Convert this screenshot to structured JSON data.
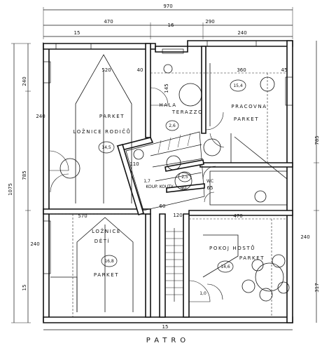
{
  "caption": "PATRO",
  "rooms": {
    "parents_bedroom": {
      "line1": "PARKET",
      "line2": "LOŽNICE RODIČŮ",
      "area": "14,5"
    },
    "hall": {
      "line1": "HALA",
      "line2": "TERAZZO",
      "area": "2,6"
    },
    "study": {
      "line1": "PRACOVNA",
      "line2": "PARKET",
      "area": "15,4"
    },
    "bathroom": {
      "label": "KOUP. KOUTY",
      "area": "2,5"
    },
    "wc": {
      "label": "WC",
      "area": "1,7"
    },
    "children_bedroom": {
      "line1": "LOŽNICE",
      "line2": "DĚTÍ",
      "line3": "PARKET",
      "area": "16,8"
    },
    "guest_room": {
      "line1": "POKOJ HOSTŮ",
      "line2": "PARKET",
      "area": "14,6"
    },
    "storage": {
      "area": "1,0"
    }
  },
  "dims": {
    "top_total": "970",
    "top_left": "470",
    "top_right": "290",
    "top_a": "15",
    "top_b": "16",
    "top_c": "240",
    "left_total": "1075",
    "left_a": "240",
    "left_b": "240",
    "left_c": "785",
    "left_d": "240",
    "left_e": "15",
    "right_a": "785",
    "right_b": "240",
    "right_c": "317",
    "w_520": "520",
    "w_360": "360",
    "w_570": "570",
    "w_470": "470",
    "w_40": "40",
    "w_45": "45",
    "w_65": "65",
    "w_145": "145",
    "w_110": "110",
    "w_90": "90",
    "w_120": "120",
    "w_60": "60",
    "bottom_15": "15"
  }
}
